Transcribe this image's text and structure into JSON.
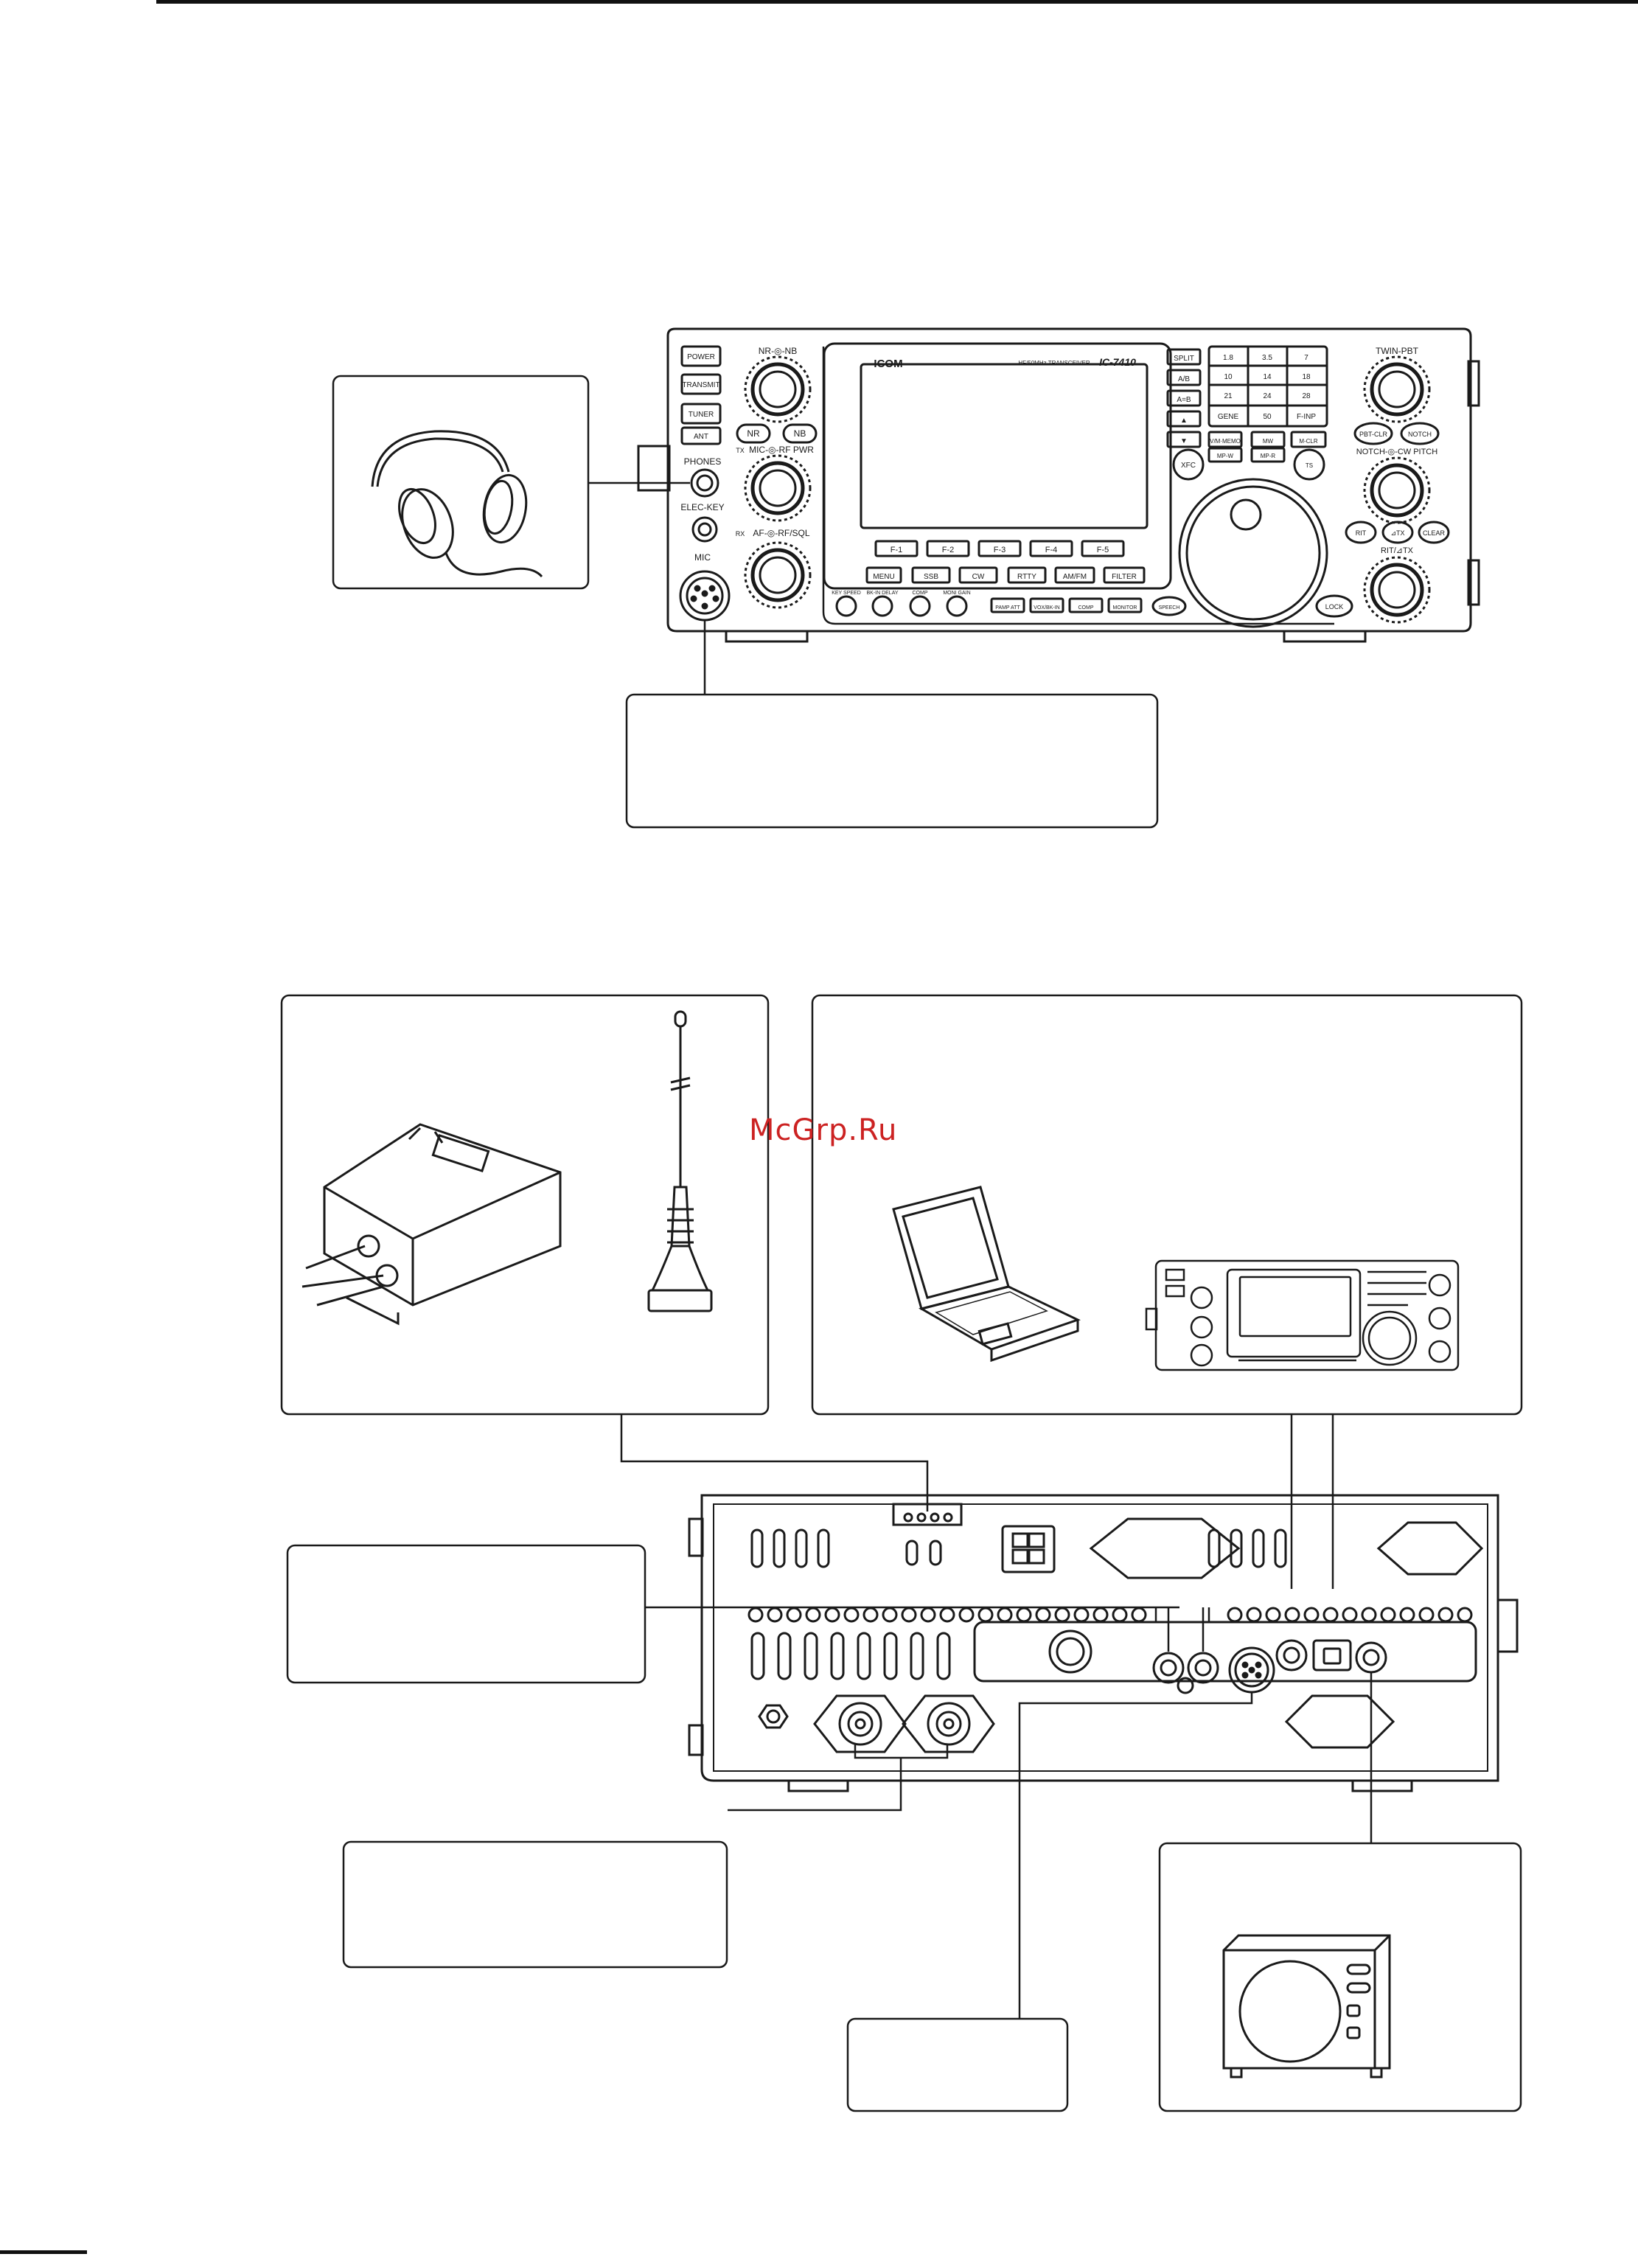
{
  "watermark": "McGrp.Ru",
  "transceiver": {
    "brand": "ICOM",
    "model_caption": "HF/50MHz TRANSCEIVER",
    "model": "IC-7410",
    "left_buttons": [
      "POWER",
      "TRANSMIT",
      "TUNER",
      "ANT"
    ],
    "jack_labels": {
      "phones": "PHONES",
      "elec_key": "ELEC-KEY",
      "mic": "MIC"
    },
    "knob_labels": {
      "nr_nb": "NR-◎-NB",
      "mic_rf": "MIC-◎-RF PWR",
      "af_rf": "AF-◎-RF/SQL",
      "twin_pbt": "TWIN-PBT",
      "notch_cw": "NOTCH-◎-CW PITCH",
      "rit_tx": "RIT/⊿TX"
    },
    "nr_button": "NR",
    "nb_button": "NB",
    "tx_indicator": "TX",
    "rx_indicator": "RX",
    "small_knob_labels": [
      "KEY SPEED",
      "BK-IN DELAY",
      "COMP",
      "MONI GAIN"
    ],
    "top_row_buttons": [
      "SPLIT",
      "A/B",
      "A=B",
      "▲",
      "▼",
      "XFC"
    ],
    "keypad": [
      "1.8",
      "3.5",
      "7",
      "10",
      "14",
      "18",
      "21",
      "24",
      "28",
      "GENE",
      "50",
      "F-INP"
    ],
    "mem_buttons": [
      "V/M·MEMO",
      "MW",
      "M-CLR",
      "MP-W",
      "MP-R",
      "TS"
    ],
    "function_keys": [
      "F-1",
      "F-2",
      "F-3",
      "F-4",
      "F-5"
    ],
    "mode_buttons": [
      "MENU",
      "SSB",
      "CW",
      "RTTY",
      "AM/FM",
      "FILTER"
    ],
    "lower_buttons": [
      "PAMP ATT",
      "VOX/BK-IN",
      "COMP",
      "MONITOR",
      "SPEECH"
    ],
    "right_buttons": [
      "PBT-CLR",
      "NOTCH",
      "RIT",
      "⊿TX",
      "CLEAR",
      "LOCK"
    ]
  }
}
